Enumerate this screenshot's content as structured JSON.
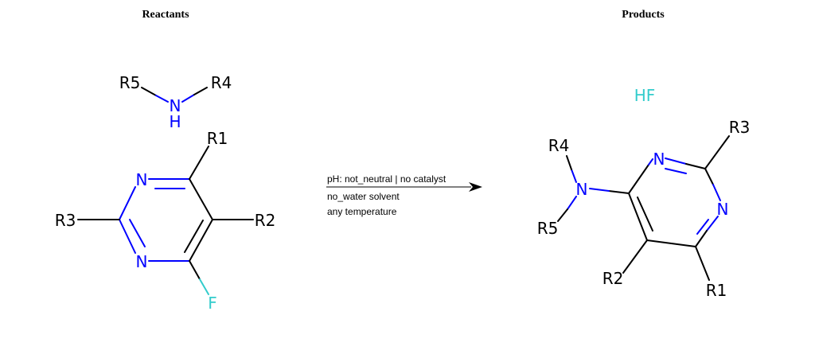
{
  "headers": {
    "reactants": "Reactants",
    "products": "Products"
  },
  "colors": {
    "carbon_bond": "#000000",
    "nitrogen": "#0000ff",
    "fluorine": "#33cccc"
  },
  "reactants": {
    "amine": {
      "R5": "R5",
      "R4": "R4",
      "N": "N",
      "H": "H"
    },
    "fluoropyrimidine": {
      "R1": "R1",
      "R2": "R2",
      "R3": "R3",
      "N_top": "N",
      "N_bottom": "N",
      "F": "F"
    }
  },
  "conditions": {
    "line1": "pH: not_neutral | no catalyst",
    "line2": "no_water solvent",
    "line3": "any temperature"
  },
  "products": {
    "byproduct": "HF",
    "aminopyrimidine": {
      "R1": "R1",
      "R2": "R2",
      "R3": "R3",
      "R4": "R4",
      "R5": "R5",
      "N_amine": "N",
      "N_ring_top": "N",
      "N_ring_right": "N"
    }
  }
}
